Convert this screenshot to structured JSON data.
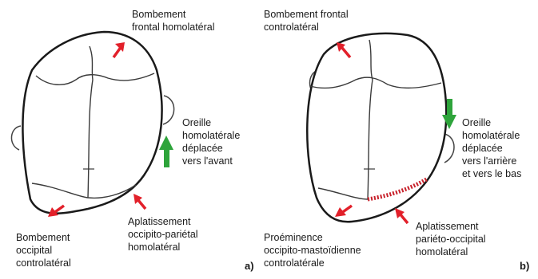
{
  "colors": {
    "arrow_red": "#e2202a",
    "arrow_green": "#2ea43b",
    "outline": "#1a1a1a",
    "sutures": "#3a3a3a",
    "flattening_hatch": "#c8202a"
  },
  "panel_a": {
    "letter": "a)",
    "labels": {
      "frontal": [
        "Bombement",
        "frontal homolatéral"
      ],
      "ear": [
        "Oreille",
        "homolatérale",
        "déplacée",
        "vers l'avant"
      ],
      "flattening": [
        "Aplatissement",
        "occipito-pariétal",
        "homolatéral"
      ],
      "occipital": [
        "Bombement",
        "occipital",
        "controlatéral"
      ]
    }
  },
  "panel_b": {
    "letter": "b)",
    "labels": {
      "frontal": [
        "Bombement frontal",
        "controlatéral"
      ],
      "ear": [
        "Oreille",
        "homolatérale",
        "déplacée",
        "vers l'arrière",
        "et vers le bas"
      ],
      "flattening": [
        "Aplatissement",
        "pariéto-occipital",
        "homolatéral"
      ],
      "mastoid": [
        "Proéminence",
        "occipito-mastoïdienne",
        "controlatérale"
      ]
    }
  }
}
